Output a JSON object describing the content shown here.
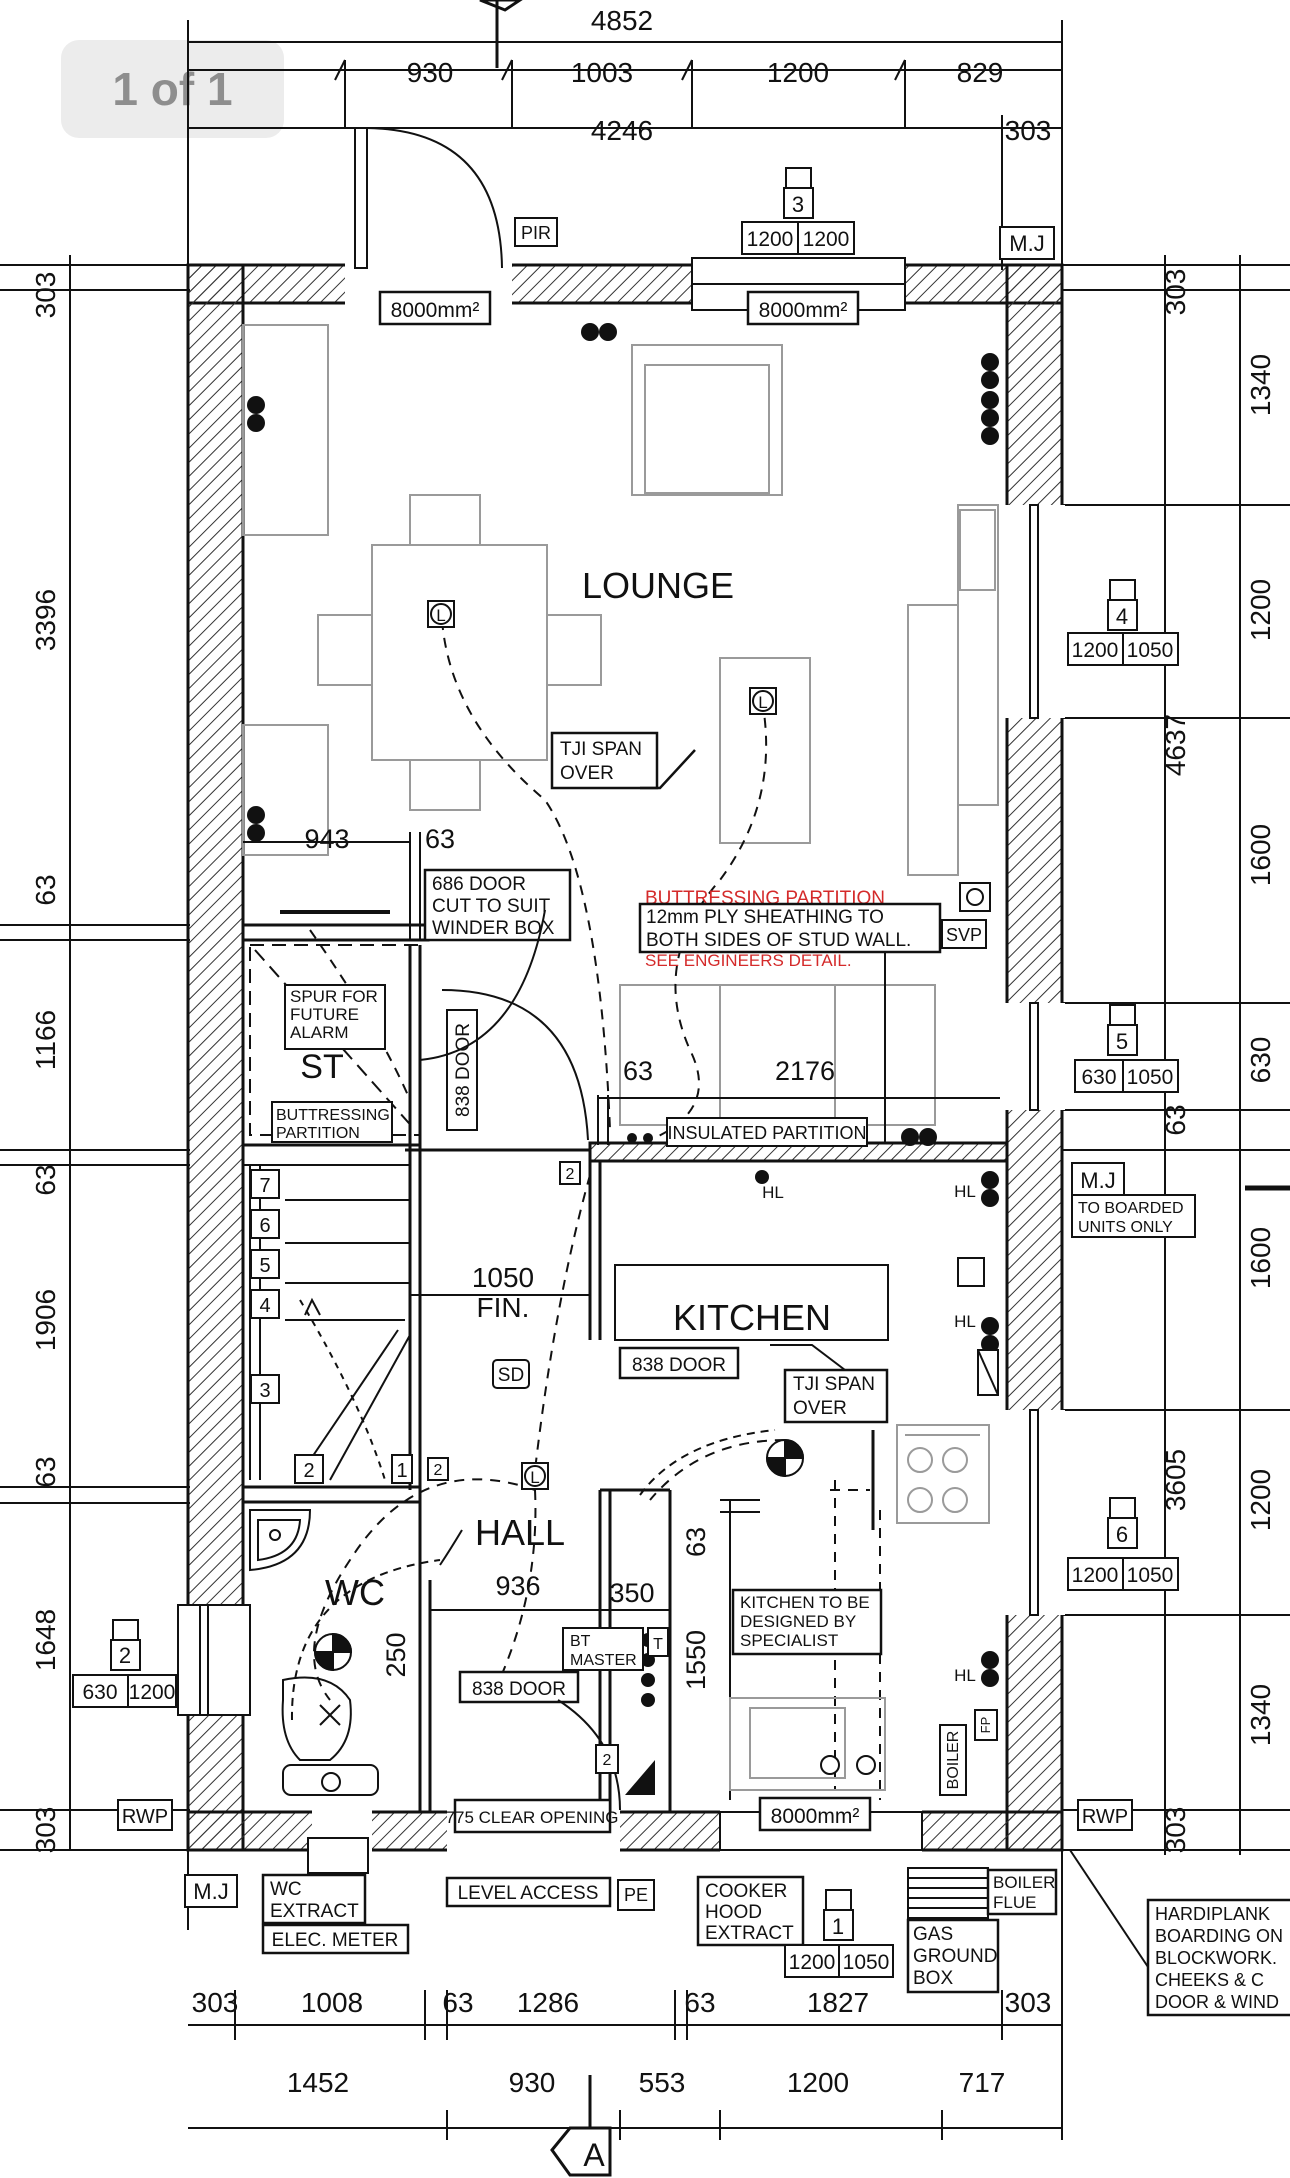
{
  "viewer": {
    "page_indicator": "1 of 1"
  },
  "rooms": {
    "lounge": "LOUNGE",
    "kitchen": "KITCHEN",
    "hall": "HALL",
    "wc": "WC",
    "store": "ST"
  },
  "dims": {
    "top": [
      "4852",
      "930",
      "1003",
      "1200",
      "829",
      "4246",
      "303"
    ],
    "left": [
      "303",
      "3396",
      "63",
      "1166",
      "63",
      "1906",
      "63",
      "1648",
      "303"
    ],
    "right": [
      "303",
      "1340",
      "1200",
      "4637",
      "1600",
      "630",
      "63",
      "1600",
      "1200",
      "3605",
      "1340",
      "303"
    ],
    "bottom": [
      "303",
      "1008",
      "63",
      "1286",
      "63",
      "1827",
      "303",
      "1452",
      "930",
      "553",
      "1200",
      "717"
    ],
    "interior": [
      "943",
      "63",
      "63",
      "2176",
      "1050",
      "FIN.",
      "936",
      "350",
      "250",
      "1550",
      "63"
    ]
  },
  "windows": {
    "w3": {
      "num": "3",
      "w": "1200",
      "h": "1200"
    },
    "w4": {
      "num": "4",
      "w": "1200",
      "h": "1050"
    },
    "w5": {
      "num": "5",
      "w": "630",
      "h": "1050"
    },
    "w6": {
      "num": "6",
      "w": "1200",
      "h": "1050"
    },
    "w2": {
      "num": "2",
      "w": "630",
      "h": "1200"
    },
    "w1": {
      "num": "1",
      "w": "1200",
      "h": "1050"
    }
  },
  "labels": {
    "vent_lounge_1": "8000mm²",
    "vent_lounge_2": "8000mm²",
    "vent_kitchen": "8000mm²",
    "pir": "PIR",
    "mj_top": "M.J",
    "mj_right_1": "M.J",
    "mj_right_2": "TO BOARDED",
    "mj_right_3": "UNITS ONLY",
    "mj_bottom": "M.J",
    "door686_1": "686 DOOR",
    "door686_2": "CUT TO SUIT",
    "door686_3": "WINDER BOX",
    "tji_1a": "TJI SPAN",
    "tji_1b": "OVER",
    "tji_2a": "TJI SPAN",
    "tji_2b": "OVER",
    "butt_red_1": "BUTTRESSING PARTITION",
    "butt_red_2": "SEE ENGINEERS DETAIL.",
    "ply_1": "12mm PLY SHEATHING TO",
    "ply_2": "BOTH SIDES OF STUD WALL.",
    "svp": "SVP",
    "spur_1": "SPUR FOR",
    "spur_2": "FUTURE",
    "spur_3": "ALARM",
    "door838_a": "838 DOOR",
    "door838_b": "838 DOOR",
    "door838_c": "838 DOOR",
    "butt_box_1": "BUTTRESSING",
    "butt_box_2": "PARTITION",
    "insulated": "INSULATED PARTITION",
    "hl": "HL",
    "sd": "SD",
    "l": "L",
    "t": "T",
    "kitchen_spec_1": "KITCHEN TO BE",
    "kitchen_spec_2": "DESIGNED BY",
    "kitchen_spec_3": "SPECIALIST",
    "bt_1": "BT",
    "bt_2": "MASTER",
    "clear_opening": "775 CLEAR OPENING",
    "rwp_left": "RWP",
    "rwp_right": "RWP",
    "wc_extract_1": "WC",
    "wc_extract_2": "EXTRACT",
    "elec_meter": "ELEC. METER",
    "level_access": "LEVEL ACCESS",
    "pe": "PE",
    "cooker_1": "COOKER",
    "cooker_2": "HOOD",
    "cooker_3": "EXTRACT",
    "gas_1": "GAS",
    "gas_2": "GROUND",
    "gas_3": "BOX",
    "boiler_flue_1": "BOILER",
    "boiler_flue_2": "FLUE",
    "boiler": "BOILER",
    "hardi_1": "HARDIPLANK",
    "hardi_2": "BOARDING ON",
    "hardi_3": "BLOCKWORK.",
    "hardi_4": "CHEEKS & C",
    "hardi_5": "DOOR & WIND",
    "section_a": "A",
    "fp": "FP"
  },
  "stairs": [
    "7",
    "6",
    "5",
    "4",
    "3",
    "2",
    "1",
    "2"
  ],
  "colors": {
    "line": "#111111",
    "red": "#d42a2a",
    "furniture": "#9a9a9a",
    "hatch": "#333333"
  }
}
